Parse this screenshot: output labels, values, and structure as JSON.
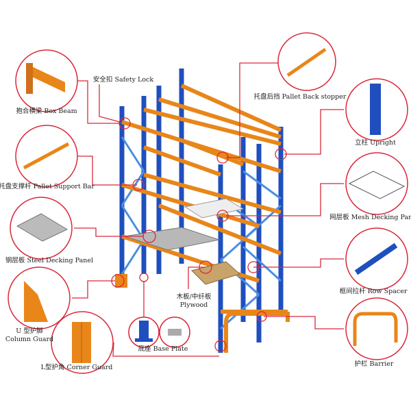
{
  "colors": {
    "callout": "#d9283a",
    "upright": "#1f4fbf",
    "beam": "#e8861a",
    "panel": "#b8b8b8",
    "plywood": "#c9a46a"
  },
  "labels": {
    "safety_lock": "安全扣 Safety Lock",
    "box_beam": "抱合横梁 Box Beam",
    "pallet_support_bar": "托盘支撑杆 Pallet Support Bar",
    "steel_decking": "钢层板 Steel Decking Panel",
    "column_guard_cn": "U 型护脚",
    "column_guard_en": "Column Guard",
    "corner_guard": "L型护角 Corner Guard",
    "base_plate": "底座 Base Plate",
    "plywood_cn": "木板/中纤板",
    "plywood_en": "Plywood",
    "back_stopper": "托盘后挡 Pallet Back stopper",
    "upright": "立柱 Upright",
    "mesh_decking": "网层板 Mesh Decking Panel",
    "row_spacer": "框间拉杆 Row Spacer",
    "barrier": "护栏 Barrier"
  }
}
